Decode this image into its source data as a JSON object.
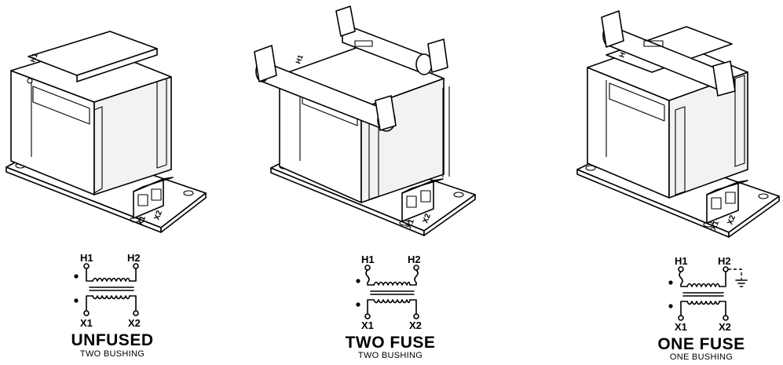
{
  "panels": [
    {
      "id": "unfused",
      "title": "UNFUSED",
      "subtitle": "TWO BUSHING",
      "primary_left": "H1",
      "primary_right": "H2",
      "secondary_left": "X1",
      "secondary_right": "X2",
      "base_terminal_left": "X1",
      "base_terminal_right": "X2",
      "fuses": 0
    },
    {
      "id": "two-fuse",
      "title": "TWO FUSE",
      "subtitle": "TWO BUSHING",
      "primary_left": "H1",
      "primary_right": "H2",
      "secondary_left": "X1",
      "secondary_right": "X2",
      "base_terminal_left": "X1",
      "base_terminal_right": "X2",
      "fuses": 2
    },
    {
      "id": "one-fuse",
      "title": "ONE FUSE",
      "subtitle": "ONE BUSHING",
      "primary_left": "H1",
      "primary_right": "H2",
      "secondary_left": "X1",
      "secondary_right": "X2",
      "base_terminal_left": "X1",
      "base_terminal_right": "X2",
      "fuses": 1,
      "h2_grounded": true
    }
  ],
  "colors": {
    "ink": "#000000",
    "background": "#ffffff"
  }
}
